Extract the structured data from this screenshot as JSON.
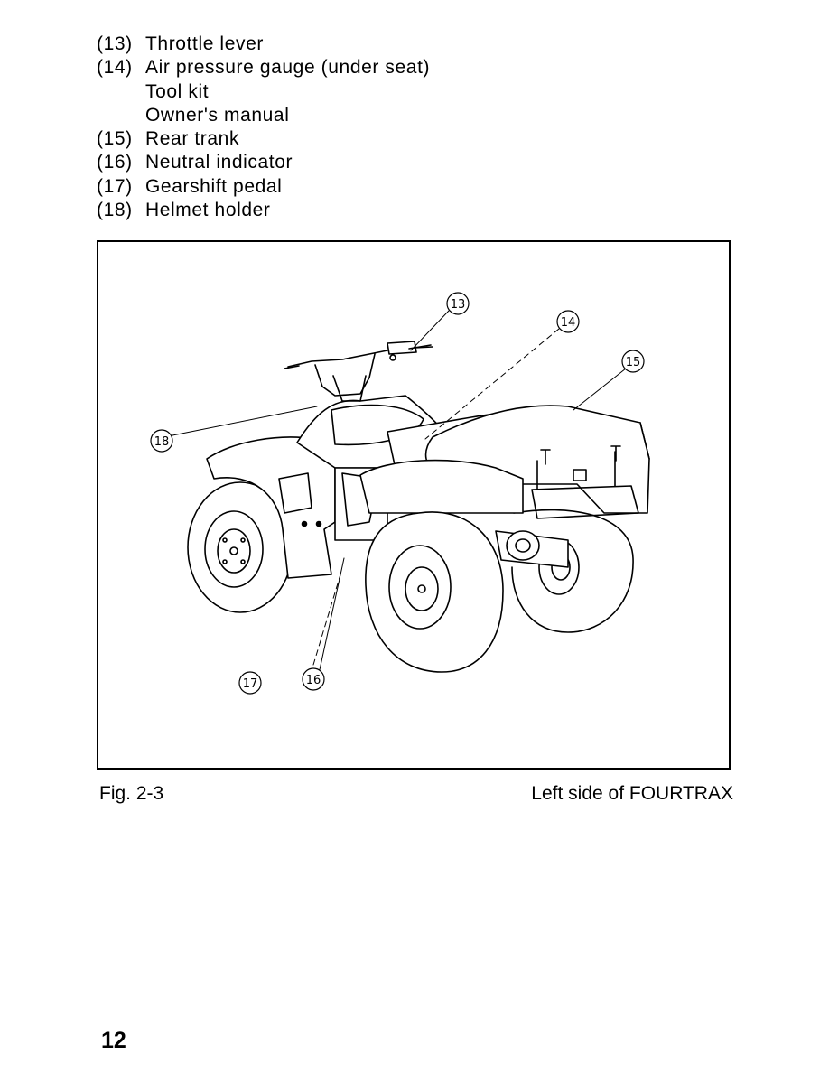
{
  "legend": [
    {
      "num": "(13)",
      "label": "Throttle lever"
    },
    {
      "num": "(14)",
      "label": "Air pressure gauge (under seat)"
    },
    {
      "num": "",
      "label": "Tool kit"
    },
    {
      "num": "",
      "label": "Owner's manual"
    },
    {
      "num": "(15)",
      "label": "Rear trank"
    },
    {
      "num": "(16)",
      "label": "Neutral indicator"
    },
    {
      "num": "(17)",
      "label": "Gearshift pedal"
    },
    {
      "num": "(18)",
      "label": "Helmet holder"
    }
  ],
  "figure": {
    "callouts": [
      "13",
      "14",
      "15",
      "16",
      "17",
      "18"
    ],
    "caption_left": "Fig. 2-3",
    "caption_right": "Left side of FOURTRAX"
  },
  "page_number": "12"
}
